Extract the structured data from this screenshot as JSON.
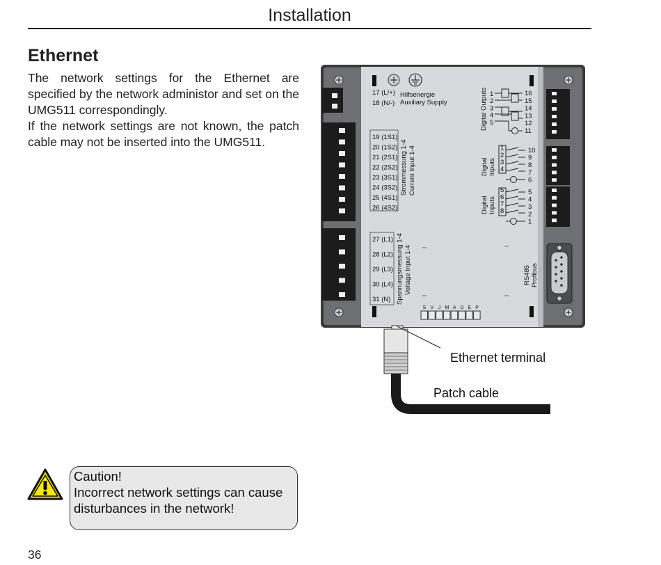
{
  "header": {
    "title": "Installation"
  },
  "section": {
    "title": "Ethernet",
    "paragraphs": [
      "The network settings for the Ethernet are specified by the network administor and set on the UMG511 correspondingly.",
      "If the network settings are not known, the patch cable may not be inserted into the UMG511."
    ]
  },
  "figure": {
    "supply": {
      "pins": [
        "17 (L/+)",
        "18 (N/-)"
      ],
      "label_de": "Hilfsenergie",
      "label_en": "Auxiliary Supply"
    },
    "current_inputs": {
      "pins": [
        "19 (1S1)",
        "20 (1S2)",
        "21 (2S1)",
        "22 (2S2)",
        "23 (3S1)",
        "24 (3S2)",
        "25 (4S1)",
        "26 (4S2)"
      ],
      "label_de": "Strommessung 1-4",
      "label_en": "Current Input 1-4"
    },
    "voltage_inputs": {
      "pins": [
        "27 (L1)",
        "28 (L2)",
        "29 (L3)",
        "30 (L4)",
        "31 (N)"
      ],
      "label_de": "Spannungsmessung 1-4",
      "label_en": "Voltage Input 1-4"
    },
    "digital_outputs": {
      "label": "Digital Outputs",
      "left_numbers": [
        "1",
        "2",
        "3",
        "4",
        "5"
      ],
      "right_numbers": [
        "16",
        "15",
        "14",
        "13",
        "12",
        "11"
      ]
    },
    "digital_inputs_a": {
      "label_line1": "Digital",
      "label_line2": "Inputs",
      "left_numbers": [
        "1",
        "2",
        "3",
        "4"
      ],
      "right_numbers": [
        "10",
        "9",
        "8",
        "7",
        "6"
      ]
    },
    "digital_inputs_b": {
      "label_line1": "Digital",
      "label_line2": "Inputs",
      "left_numbers": [
        "5",
        "6",
        "7",
        "8"
      ],
      "right_numbers": [
        "5",
        "4",
        "3",
        "2",
        "1"
      ]
    },
    "rs485": {
      "label_line1": "RS485",
      "label_line2": "Profibus"
    },
    "dip_switch_letters": [
      "S",
      "V",
      "J",
      "M",
      "A",
      "D",
      "E",
      "P"
    ],
    "callout_ethernet": "Ethernet terminal",
    "callout_patch": "Patch cable"
  },
  "caution": {
    "lines": [
      "Caution!",
      "Incorrect network settings can cause",
      "disturbances in the network!"
    ]
  },
  "footer": {
    "page_number": "36"
  },
  "colors": {
    "housing": "#3a3a3a",
    "plate": "#d7d9dc",
    "connector": "#1c1c1c",
    "caution_yellow": "#f2e51c",
    "caution_box": "#e8e8e8"
  }
}
